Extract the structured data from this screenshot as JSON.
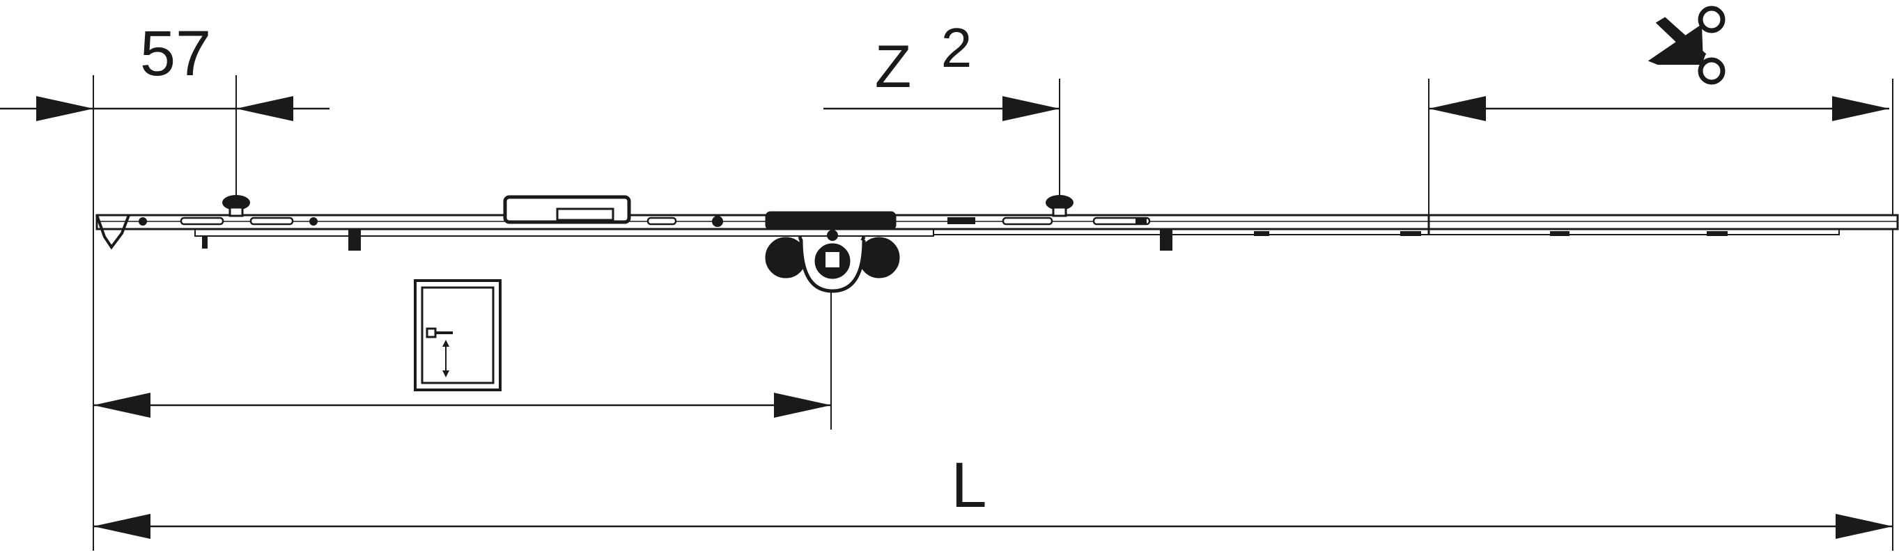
{
  "dimensions": {
    "offset_label": "57",
    "z_label": "Z",
    "z_superscript": "2",
    "length_label": "L"
  },
  "icons": {
    "cut": "scissors-icon",
    "sash": "window-handle-icon"
  },
  "colors": {
    "line": "#1a1a1a",
    "background": "#ffffff"
  }
}
